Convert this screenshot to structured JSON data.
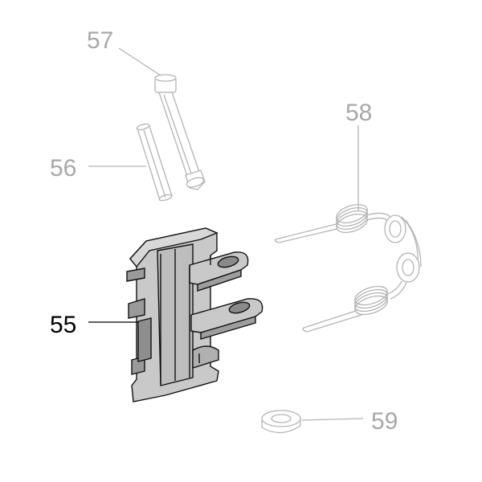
{
  "callouts": {
    "part_55": "55",
    "part_56": "56",
    "part_57": "57",
    "part_58": "58",
    "part_59": "59"
  },
  "colors": {
    "highlighted_part_fill": "#c9c9c9",
    "highlighted_part_shadow": "#8e8e8e",
    "highlighted_text": "#000000",
    "faded_text": "#a8a8a8",
    "faded_lines": "#b4b4b4"
  }
}
